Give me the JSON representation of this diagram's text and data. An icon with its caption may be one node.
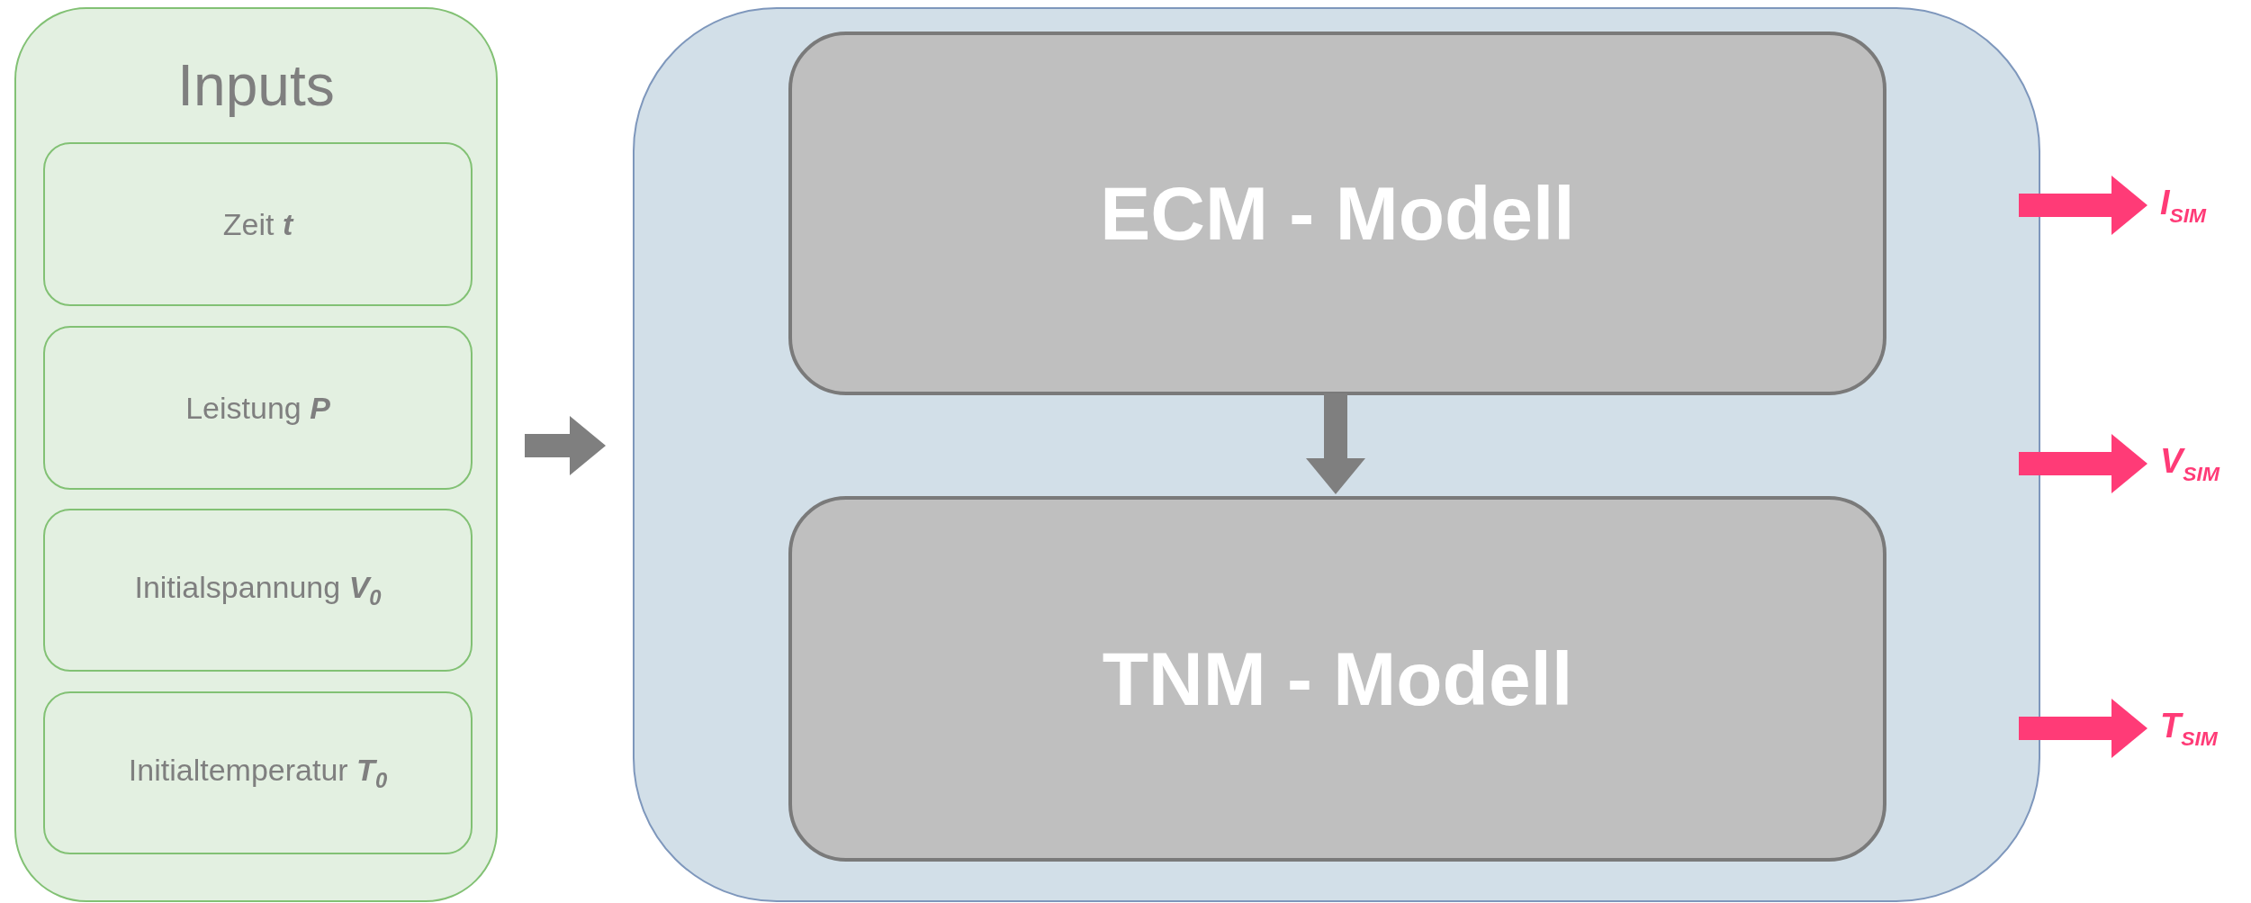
{
  "diagram": {
    "nodes": [
      {
        "text": [
          "Inputs"
        ]
      },
      {
        "text": [
          "Zeit **t**"
        ],
        "in": 0
      },
      {
        "text": [
          "Leistung **P**"
        ],
        "in": 0
      },
      {
        "text": [
          "Initialspannung **V**$_{0}$"
        ],
        "in": 0
      },
      {
        "text": [
          "Initialtemperatur **T**$_{0}$"
        ],
        "in": 0
      },
      {
        "text": [],
        "shape": "box"
      },
      {
        "text": [
          "ECM - Modell"
        ],
        "in": 5
      },
      {
        "text": [
          "TNM - Modell"
        ],
        "in": 5
      },
      {
        "text": [
          "I$_{SIM}$"
        ]
      },
      {
        "text": [
          "V$_{SIM}$"
        ]
      },
      {
        "text": [
          "T$_{SIM}$"
        ]
      }
    ],
    "edges": [
      {
        "from": 0,
        "to": 5,
        "arrow": "to",
        "color": "#7f7f7f"
      },
      {
        "from": 6,
        "to": 7,
        "arrow": "to",
        "color": "#7f7f7f"
      },
      {
        "from": 5,
        "to": 8,
        "arrow": "to"
      },
      {
        "from": 5,
        "to": 9,
        "arrow": "to"
      },
      {
        "from": 5,
        "to": 10,
        "arrow": "to"
      }
    ]
  }
}
